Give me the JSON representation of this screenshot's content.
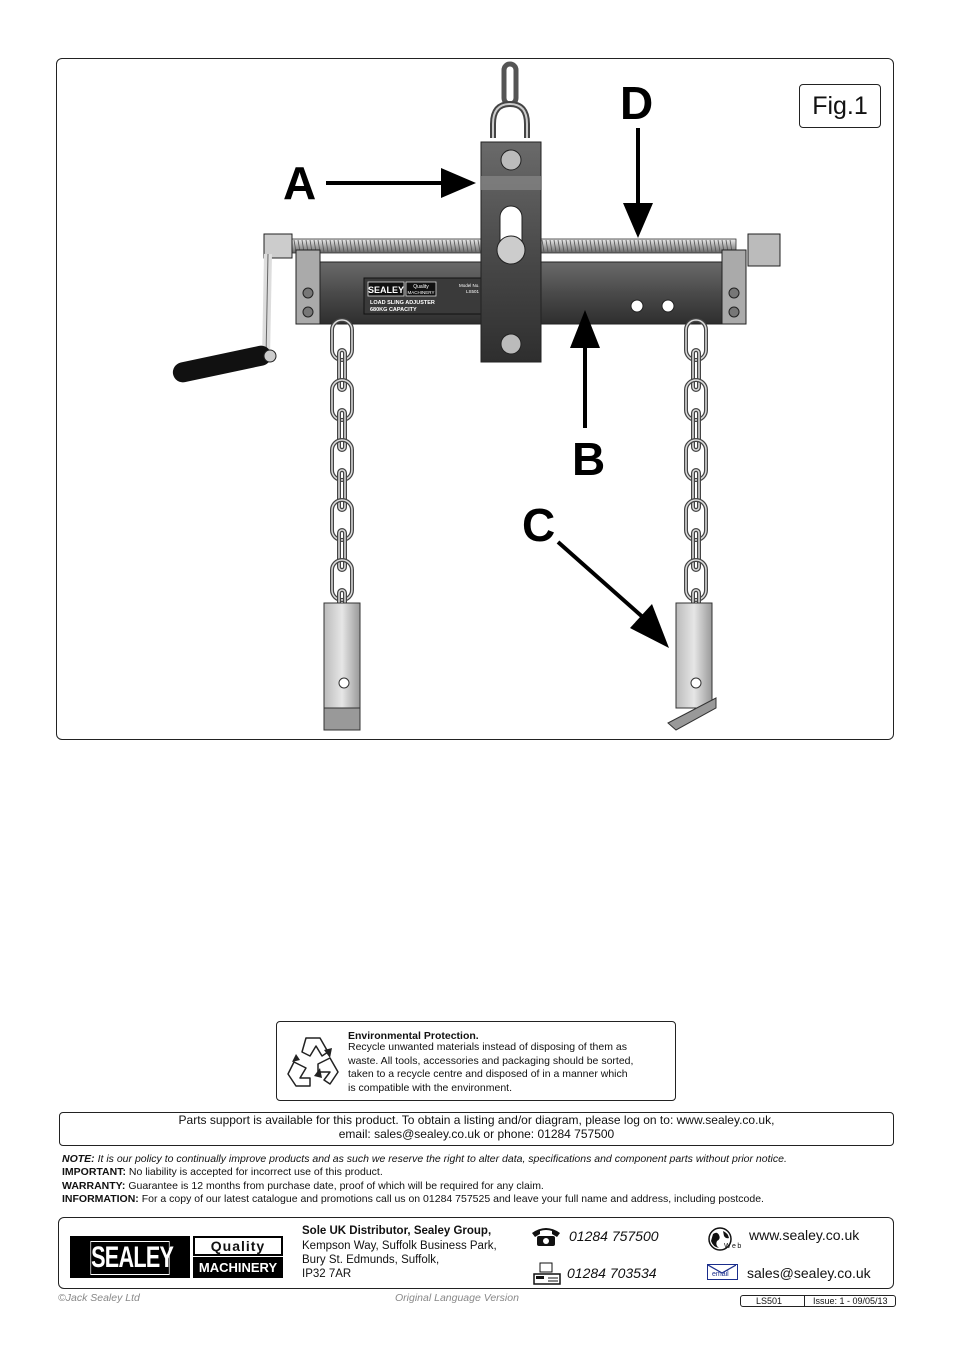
{
  "figure": {
    "label": "Fig.1",
    "callouts": {
      "a": "A",
      "b": "B",
      "c": "C",
      "d": "D"
    },
    "plate": {
      "brand": "SEALEY",
      "quality_top": "Quality",
      "quality_bottom": "MACHINERY",
      "model_label": "Model No.",
      "model_value": "LS501",
      "line1": "LOAD SLING ADJUSTER",
      "line2": "680KG CAPACITY"
    }
  },
  "environment": {
    "title": "Environmental Protection.",
    "lines": [
      "Recycle unwanted materials instead of disposing of them as",
      "waste. All tools, accessories and packaging should be sorted,",
      "taken to a recycle centre and disposed of in a manner which",
      "is compatible with the environment."
    ]
  },
  "parts_support": {
    "line1": "Parts support is available for this product. To obtain a listing and/or diagram, please log on to: www.sealey.co.uk,",
    "line2": "email: sales@sealey.co.uk or phone: 01284 757500"
  },
  "notes": {
    "note_label": "NOTE:",
    "note_text": "It is our policy to continually improve products and as such we reserve the right to alter data, specifications and component parts without prior notice.",
    "important_label": "IMPORTANT:",
    "important_text": "No liability is accepted for incorrect use of this product.",
    "warranty_label": "WARRANTY:",
    "warranty_text": "Guarantee is 12 months from purchase date, proof of which will be required for any claim.",
    "information_label": "INFORMATION:",
    "information_text": "For a copy of our latest catalogue and promotions call us on 01284 757525 and leave your full name and address, including postcode."
  },
  "footer": {
    "logo_brand": "SEALEY",
    "logo_quality": "Quality",
    "logo_machinery": "MACHINERY",
    "distributor_title": "Sole UK Distributor, Sealey Group,",
    "address_lines": [
      "Kempson Way, Suffolk Business Park,",
      "Bury St. Edmunds, Suffolk,",
      "IP32 7AR"
    ],
    "phone": "01284 757500",
    "fax": "01284 703534",
    "web_icon_label": "Web",
    "website": "www.sealey.co.uk",
    "email_icon_label": "email",
    "email": "sales@sealey.co.uk",
    "copyright": "©Jack Sealey Ltd",
    "language": "Original Language Version",
    "model": "LS501",
    "issue": "Issue: 1 - 09/05/13"
  },
  "icons": [
    "recycle-icon",
    "telephone-icon",
    "fax-icon",
    "globe-icon",
    "email-icon"
  ]
}
